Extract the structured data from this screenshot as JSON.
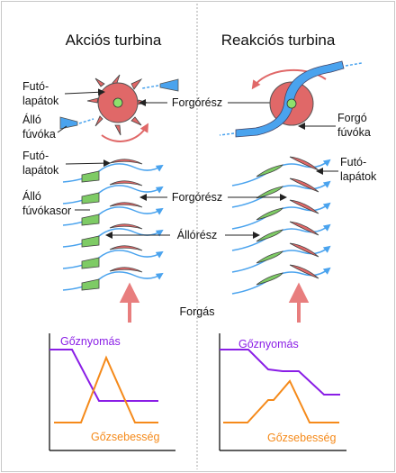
{
  "titles": {
    "left": "Akciós turbina",
    "right": "Reakciós turbina"
  },
  "top": {
    "futo_lapatok": [
      "Futó-",
      "lapátok"
    ],
    "allo_fuvoka": [
      "Álló",
      "fúvóka"
    ],
    "forgoresz": "Forgórész",
    "forgo_fuvoka": [
      "Forgó",
      "fúvóka"
    ]
  },
  "middle": {
    "futo_lapatok_left": [
      "Futó-",
      "lapátok"
    ],
    "allo_fuvokasor": [
      "Álló",
      "fúvókasor"
    ],
    "forgoresz": "Forgórész",
    "alloresz": "Állórész",
    "futo_lapatok_right": [
      "Futó-",
      "lapátok"
    ],
    "forgas": "Forgás"
  },
  "charts": {
    "pressure_label": "Gőznyomás",
    "velocity_label": "Gőzsebesség"
  },
  "colors": {
    "blade_red": "#e06868",
    "stator_green": "#7ecb65",
    "steam_blue": "#4aa3ee",
    "pressure_purple": "#8a1ee6",
    "velocity_orange": "#f58a1a",
    "arrow_pink": "#e87e7e"
  }
}
